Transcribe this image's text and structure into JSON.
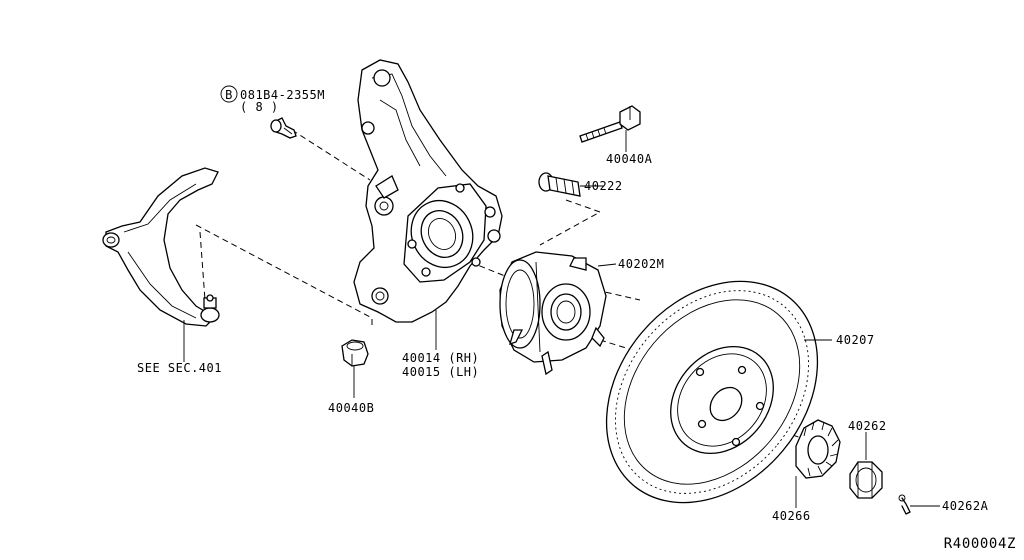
{
  "labels": {
    "bolt_code": "081B4-2355M",
    "bolt_qty": "( 8 )",
    "bolt_circle": "B",
    "see_sec": "SEE SEC.401",
    "part_40040B": "40040B",
    "part_40014": "40014 (RH)",
    "part_40015": "40015 (LH)",
    "part_40040A": "40040A",
    "part_40222": "40222",
    "part_40202M": "40202M",
    "part_40207": "40207",
    "part_40262": "40262",
    "part_40266": "40266",
    "part_40262A": "40262A",
    "diagram_code": "R400004Z"
  }
}
